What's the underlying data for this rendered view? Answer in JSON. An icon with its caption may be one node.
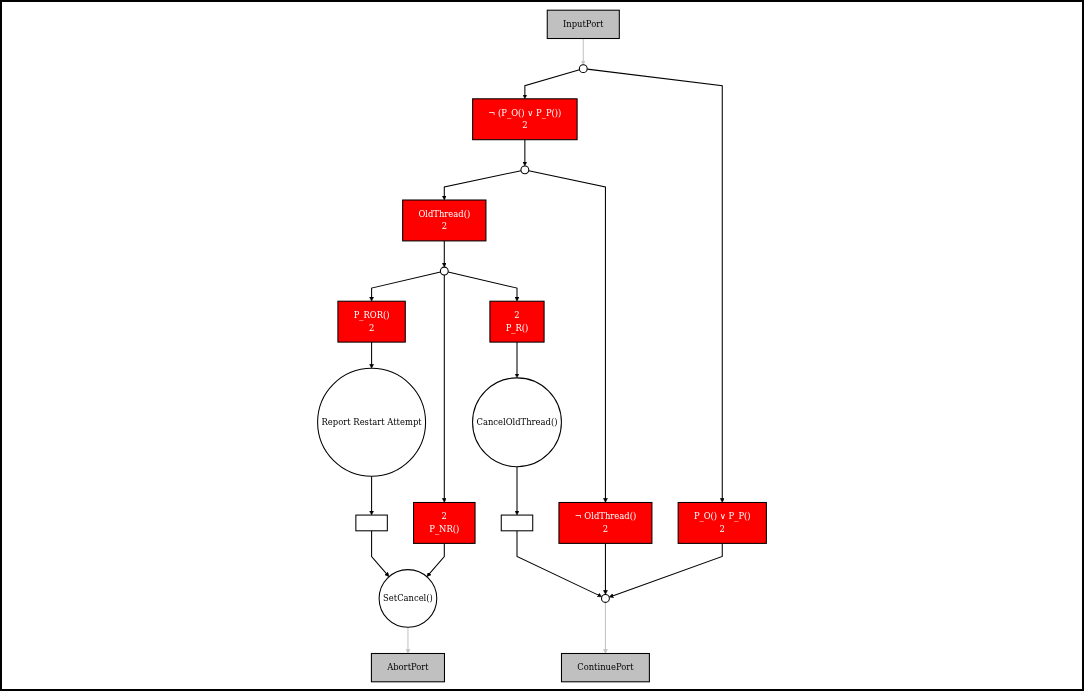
{
  "diagram": {
    "nodes": [
      {
        "text": [
          "InputPort"
        ]
      },
      {
        "text": [
          "¬ (P_O() ∨ P_P())",
          "2"
        ]
      },
      {
        "text": [],
        "shape": "circle"
      },
      {
        "text": [
          "P_O() ∨ P_P()",
          "2"
        ]
      },
      {
        "text": [
          "P_ROR()",
          "2"
        ]
      },
      {
        "text": [],
        "shape": "circle"
      },
      {
        "text": [
          "OldThread()",
          "2"
        ]
      },
      {
        "text": [],
        "shape": "circle"
      },
      {
        "text": [
          "¬ OldThread()",
          "2"
        ]
      },
      {
        "text": [
          "Report Restart Attempt"
        ]
      },
      {
        "text": [
          "2",
          "P_NR()"
        ]
      },
      {
        "text": [
          "2",
          "P_R()"
        ]
      },
      {
        "text": [
          "CancelOldThread()"
        ]
      },
      {
        "text": [],
        "shape": "box"
      },
      {
        "text": [],
        "shape": "circle"
      },
      {
        "text": [],
        "shape": "box"
      },
      {
        "text": [
          "SetCancel()"
        ]
      },
      {
        "text": [
          "ContinuePort"
        ]
      },
      {
        "text": [
          "AbortPort"
        ]
      }
    ],
    "edges": [
      {
        "from": 0,
        "to": 2,
        "arrow": "to",
        "color": "#c0c4c8"
      },
      {
        "from": 2,
        "to": 1,
        "arrow": "to"
      },
      {
        "from": 2,
        "to": 3,
        "arrow": "to"
      },
      {
        "from": 1,
        "to": 7,
        "arrow": "to"
      },
      {
        "from": 7,
        "to": 6,
        "arrow": "to"
      },
      {
        "from": 7,
        "to": 8,
        "arrow": "to"
      },
      {
        "from": 6,
        "to": 5,
        "arrow": "to"
      },
      {
        "from": 5,
        "to": 4,
        "arrow": "to"
      },
      {
        "from": 5,
        "to": 10,
        "arrow": "to"
      },
      {
        "from": 5,
        "to": 11,
        "arrow": "to"
      },
      {
        "from": 3,
        "to": 14,
        "arrow": "to"
      },
      {
        "from": 8,
        "to": 14,
        "arrow": "to"
      },
      {
        "from": 4,
        "to": 9,
        "arrow": "to"
      },
      {
        "from": 9,
        "to": 13,
        "arrow": "to"
      },
      {
        "from": 10,
        "to": 16,
        "arrow": "to"
      },
      {
        "from": 13,
        "to": 16,
        "arrow": "to"
      },
      {
        "from": 11,
        "to": 12,
        "arrow": "to"
      },
      {
        "from": 12,
        "to": 15,
        "arrow": "to"
      },
      {
        "from": 15,
        "to": 14,
        "arrow": "to"
      },
      {
        "from": 14,
        "to": 17,
        "arrow": "to",
        "color": "#c0c4c8"
      },
      {
        "from": 16,
        "to": 18,
        "arrow": "to",
        "color": "#c0c4c8"
      }
    ]
  }
}
